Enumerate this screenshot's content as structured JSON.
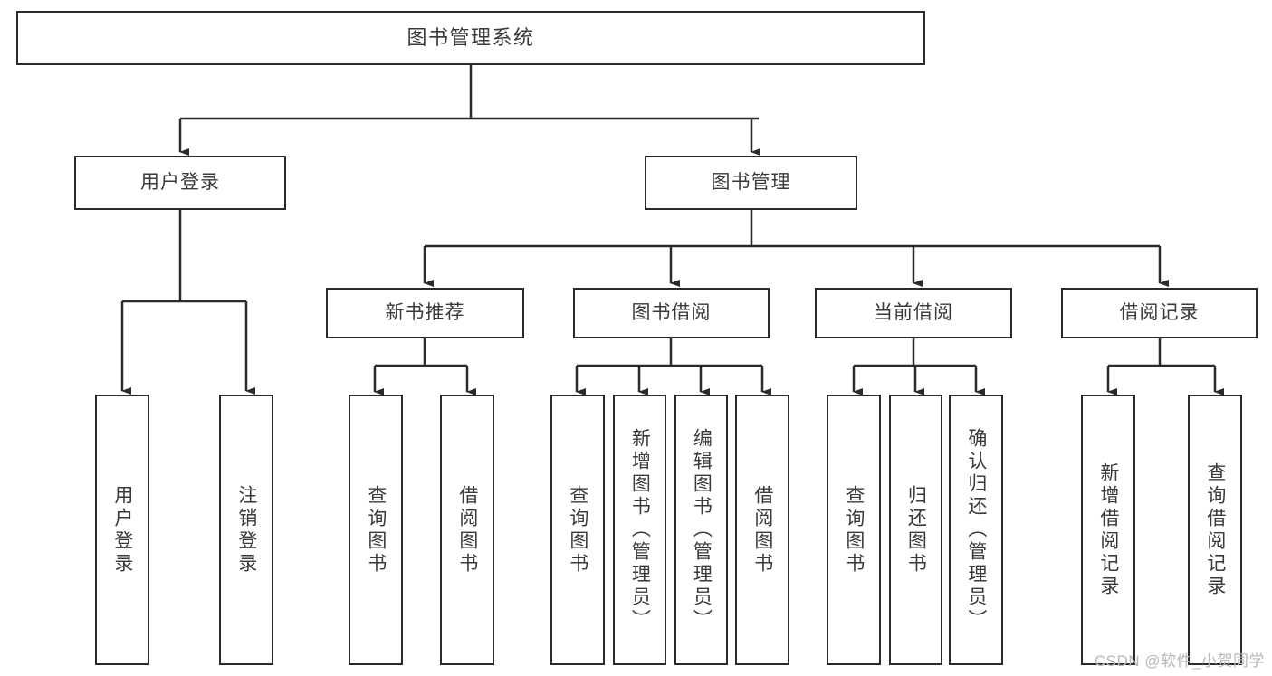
{
  "diagram": {
    "type": "tree-hierarchy-chart",
    "title": "图书管理系统",
    "orientation": "top-down",
    "colors": {
      "stroke": "#2b2b2b",
      "text": "#3a3a3a",
      "background": "#ffffff",
      "watermark": "#b8b8b8"
    },
    "levels": 4
  },
  "root": {
    "label": "图书管理系统"
  },
  "level2": [
    {
      "label": "用户登录"
    },
    {
      "label": "图书管理"
    }
  ],
  "level3": [
    {
      "label": "新书推荐"
    },
    {
      "label": "图书借阅"
    },
    {
      "label": "当前借阅"
    },
    {
      "label": "借阅记录"
    }
  ],
  "leaves": {
    "user_login": [
      {
        "label": "用户登录"
      },
      {
        "label": "注销登录"
      }
    ],
    "new_book_recommend": [
      {
        "label": "查询图书"
      },
      {
        "label": "借阅图书"
      }
    ],
    "book_borrow": [
      {
        "label": "查询图书"
      },
      {
        "label": "新增图书（管理员）"
      },
      {
        "label": "编辑图书（管理员）"
      },
      {
        "label": "借阅图书"
      }
    ],
    "current_borrow": [
      {
        "label": "查询图书"
      },
      {
        "label": "归还图书"
      },
      {
        "label": "确认归还（管理员）"
      }
    ],
    "borrow_record": [
      {
        "label": "新增借阅记录"
      },
      {
        "label": "查询借阅记录"
      }
    ]
  },
  "watermark": {
    "text": "CSDN @软件_小贺同学"
  }
}
